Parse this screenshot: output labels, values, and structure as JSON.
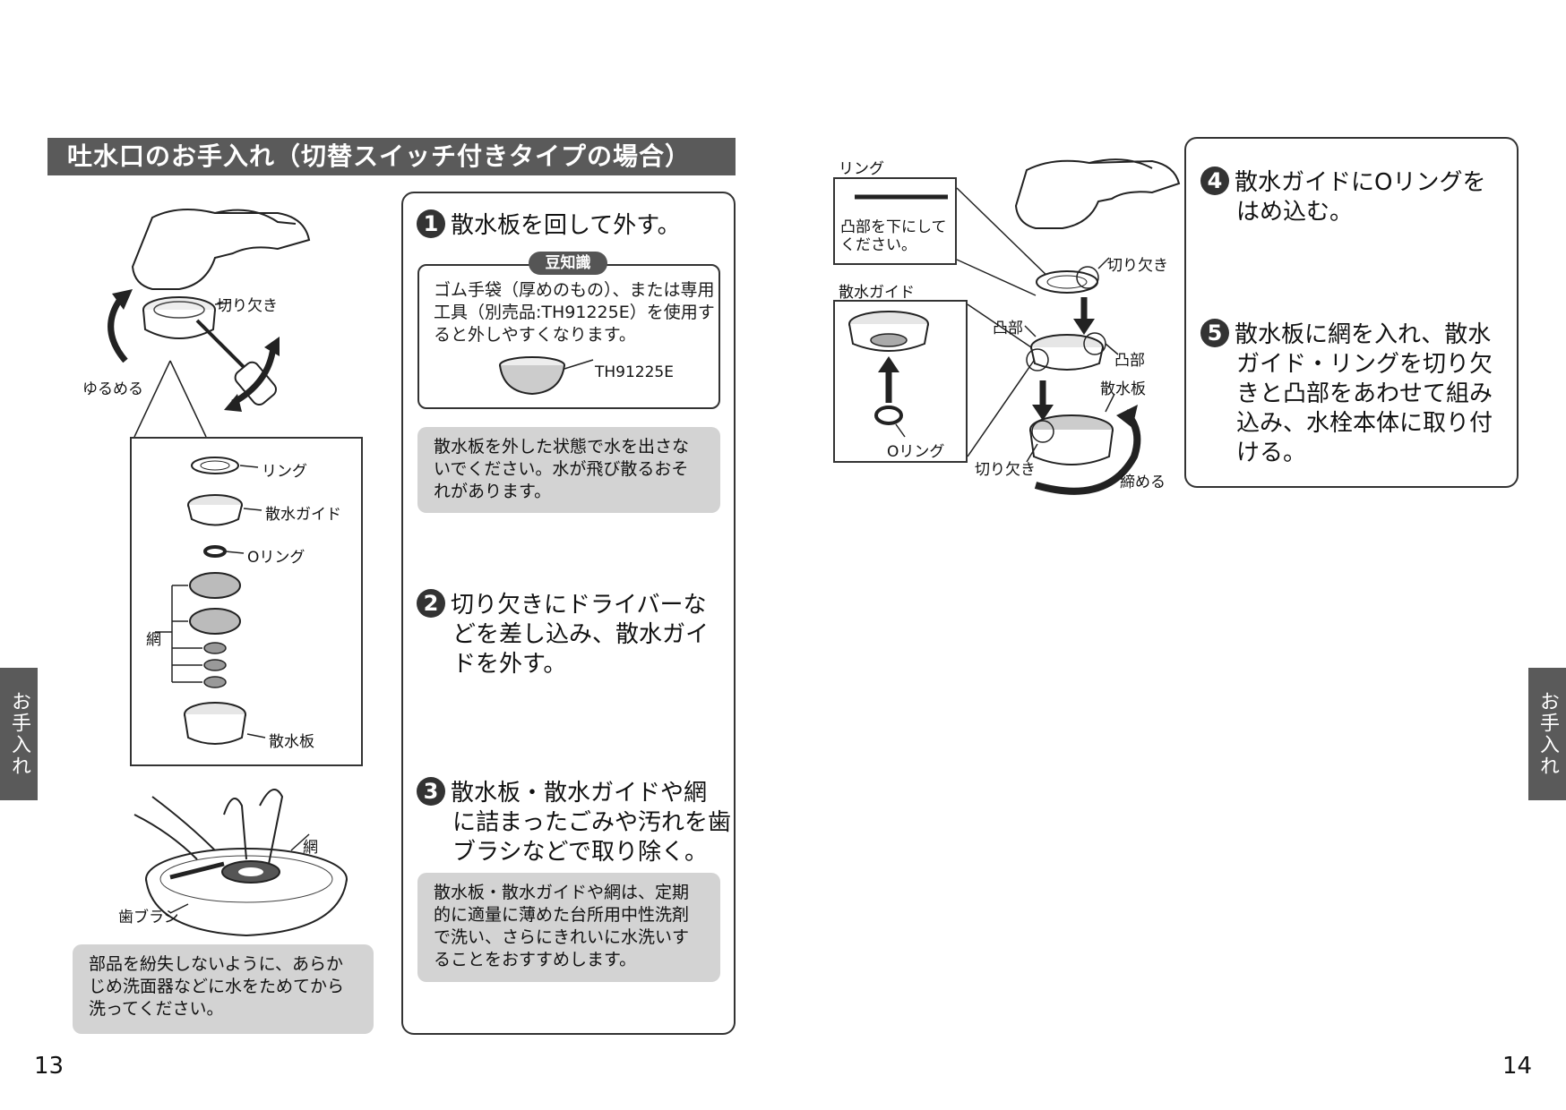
{
  "title": "吐水口のお手入れ（切替スイッチ付きタイプの場合）",
  "side_tab": "お手入れ",
  "page_left": "13",
  "page_right": "14",
  "left_figure": {
    "notch": "切り欠き",
    "loosen": "ゆるめる",
    "ring": "リング",
    "guide": "散水ガイド",
    "oring": "Oリング",
    "net": "網",
    "plate": "散水板",
    "brush": "歯ブラシ",
    "net2": "網"
  },
  "left_note": "部品を紛失しないように、あらかじめ洗面器などに水をためてから洗ってください。",
  "steps": [
    {
      "num": "1",
      "line1": "散水板を回して外す。",
      "rest": ""
    },
    {
      "num": "2",
      "line1": "切り欠きにドライバーな",
      "rest": "どを差し込み、散水ガイドを外す。"
    },
    {
      "num": "3",
      "line1": "散水板・散水ガイドや網",
      "rest": "に詰まったごみや汚れを歯ブラシなどで取り除く。"
    },
    {
      "num": "4",
      "line1": "散水ガイドにOリングを",
      "rest": "はめ込む。"
    },
    {
      "num": "5",
      "line1": "散水板に網を入れ、散水",
      "rest": "ガイド・リングを切り欠きと凸部をあわせて組み込み、水栓本体に取り付ける。"
    }
  ],
  "tip": {
    "label": "豆知識",
    "text": "ゴム手袋（厚めのもの）、または専用工具（別売品:TH91225E）を使用すると外しやすくなります。",
    "tool": "TH91225E"
  },
  "note1": "散水板を外した状態で水を出さないでください。水が飛び散るおそれがあります。",
  "note3": "散水板・散水ガイドや網は、定期的に適量に薄めた台所用中性洗剤で洗い、さらにきれいに水洗いすることをおすすめします。",
  "right_figure": {
    "ring": "リング",
    "ring_note": "凸部を下にしてください。",
    "guide": "散水ガイド",
    "oring": "Oリング",
    "notch_top": "切り欠き",
    "boss1": "凸部",
    "boss2": "凸部",
    "plate": "散水板",
    "notch_bottom": "切り欠き",
    "tighten": "締める"
  },
  "colors": {
    "bar": "#5a5a5a",
    "note_bg": "#d3d3d3",
    "ink": "#1a1a1a"
  }
}
